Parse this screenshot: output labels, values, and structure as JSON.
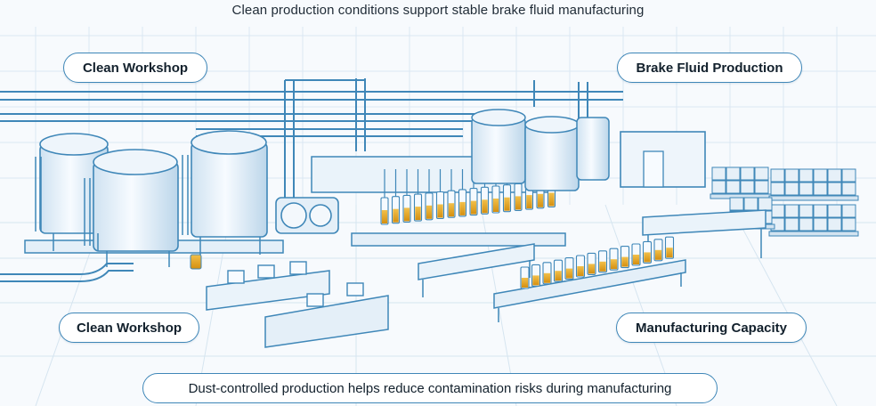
{
  "top_caption": "Clean production conditions support stable brake fluid manufacturing",
  "labels": {
    "clean_workshop_top": "Clean Workshop",
    "brake_fluid_production": "Brake Fluid Production",
    "clean_workshop_bottom": "Clean Workshop",
    "manufacturing_capacity": "Manufacturing Capacity"
  },
  "bottom_caption": "Dust-controlled production helps reduce contamination risks during manufacturing",
  "colors": {
    "line": "#3f87b8",
    "light_line": "#b9d3e6",
    "fill": "#e4eff8",
    "fluid": "#e0a21a",
    "background": "#f7fafd"
  }
}
